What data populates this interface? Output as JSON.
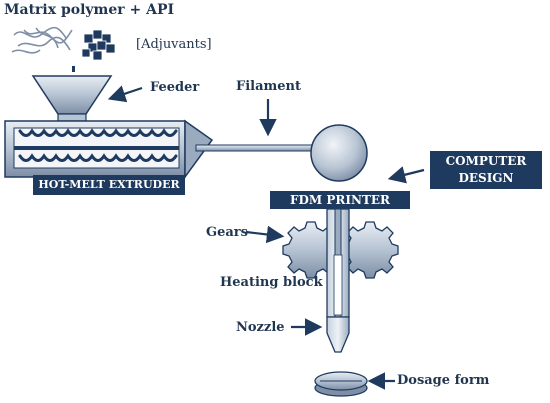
{
  "labels": {
    "matrix": "Matrix polymer + API",
    "adjuvants": "[Adjuvants]",
    "feeder": "Feeder",
    "filament": "Filament",
    "hot_melt_extruder": "HOT-MELT EXTRUDER",
    "fdm_printer": "FDM PRINTER",
    "computer_design": "COMPUTER DESIGN",
    "gears": "Gears",
    "heating_block": "Heating block",
    "nozzle": "Nozzle",
    "dosage_form": "Dosage form"
  },
  "colors": {
    "navy": "#1f3a5f",
    "steel": "#8c9db3",
    "light_steel": "#c7d1de",
    "pale": "#e6ebf1",
    "text": "#1f3550"
  },
  "icons": [
    "polymer-strands-icon",
    "cube-cluster-icon",
    "screw-icon",
    "gear-icon",
    "tablet-icon",
    "arrow-icon"
  ]
}
